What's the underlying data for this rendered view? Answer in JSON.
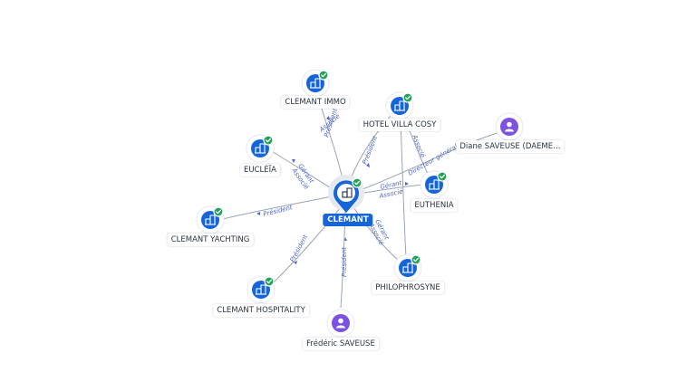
{
  "center": {
    "label": "CLEMANT",
    "type": "company",
    "verified": true
  },
  "nodes": [
    {
      "id": "immo",
      "label": "CLEMANT IMMO",
      "type": "company",
      "verified": true
    },
    {
      "id": "villa",
      "label": "HOTEL VILLA COSY",
      "type": "company",
      "verified": true
    },
    {
      "id": "diane",
      "label": "Diane SAVEUSE (DAEME…",
      "type": "person",
      "verified": false
    },
    {
      "id": "eucleia",
      "label": "EUCLÉÏA",
      "type": "company",
      "verified": true
    },
    {
      "id": "euthenia",
      "label": "EUTHENIA",
      "type": "company",
      "verified": true
    },
    {
      "id": "yachting",
      "label": "CLEMANT YACHTING",
      "type": "company",
      "verified": true
    },
    {
      "id": "philo",
      "label": "PHILOPHROSYNE",
      "type": "company",
      "verified": true
    },
    {
      "id": "hospitality",
      "label": "CLEMANT HOSPITALITY",
      "type": "company",
      "verified": true
    },
    {
      "id": "frederic",
      "label": "Frédéric SAVEUSE",
      "type": "person",
      "verified": false
    }
  ],
  "edges": [
    {
      "id": "e-immo",
      "label": "Président"
    },
    {
      "id": "e-immo-assoc",
      "label": "Associé"
    },
    {
      "id": "e-villa",
      "label": "Président"
    },
    {
      "id": "e-villa-assoc",
      "label": "Associé"
    },
    {
      "id": "e-diane",
      "label": "Directeur général"
    },
    {
      "id": "e-eucleia-1",
      "label": "Gérant"
    },
    {
      "id": "e-eucleia-2",
      "label": "Associé"
    },
    {
      "id": "e-euthenia-1",
      "label": "Gérant"
    },
    {
      "id": "e-euthenia-2",
      "label": "Associé"
    },
    {
      "id": "e-yachting",
      "label": "Président"
    },
    {
      "id": "e-philo-1",
      "label": "Gérant"
    },
    {
      "id": "e-philo-2",
      "label": "Associé"
    },
    {
      "id": "e-hospitality",
      "label": "Président"
    },
    {
      "id": "e-frederic",
      "label": "Président"
    }
  ]
}
